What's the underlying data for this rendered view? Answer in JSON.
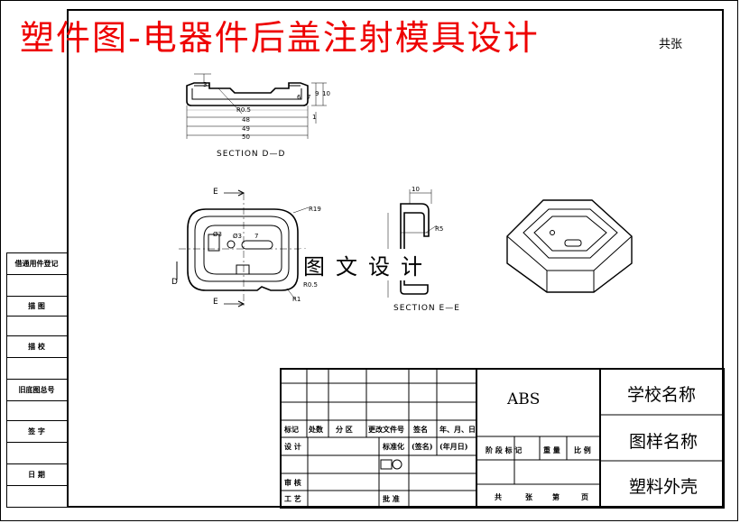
{
  "title": "塑件图-电器件后盖注射模具设计",
  "sheet_count": "共张",
  "sidebar": {
    "items": [
      "借通用件登记",
      "描 图",
      "描 校",
      "旧底图总号",
      "签 字",
      "日 期"
    ]
  },
  "views": {
    "section_dd": "SECTION D—D",
    "section_ee": "SECTION E—E",
    "cut_e": "E",
    "cut_d": "D",
    "dims_top": [
      "48",
      "49",
      "50",
      "9",
      "10",
      "6",
      "7",
      "1",
      "R0.5",
      "3"
    ],
    "dims_plan": [
      "R19",
      "Ø3",
      "R0.5",
      "R1",
      "7"
    ],
    "dims_ee": [
      "10",
      "R5"
    ]
  },
  "watermark": "图文设计",
  "title_block": {
    "material": "ABS",
    "school": "学校名称",
    "drawing_name": "图样名称",
    "part_name": "塑料外壳",
    "header_row": [
      "标记",
      "处数",
      "分 区",
      "更改文件号",
      "签名",
      "年、月、日"
    ],
    "design": "设 计",
    "standardize": "标准化",
    "sign": "(签名)",
    "date": "(年月日)",
    "stage_row": [
      "阶 段 标 记",
      "重 量",
      "比 例"
    ],
    "review": "审 核",
    "process": "工 艺",
    "approve": "批 准",
    "total_row": [
      "共",
      "张",
      "第",
      "页"
    ]
  }
}
